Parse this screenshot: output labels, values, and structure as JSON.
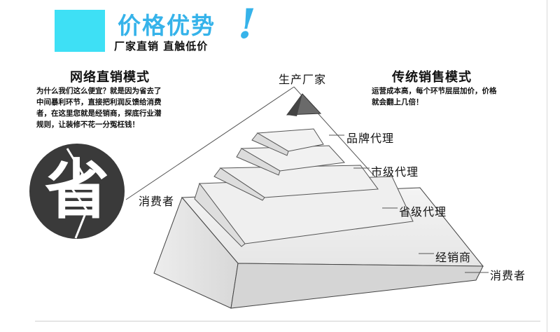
{
  "header": {
    "title": "价格优势",
    "exclaim": "!",
    "subtitle": "厂家直销  直触低价"
  },
  "online_model": {
    "title": "网络直销模式",
    "description": "为什么我们这么便宜？就是因为省去了\n中间暴利环节，直接把利润反馈给消费\n者，在这里您就是经销商，探底行业潜\n规则，让装修不花一分冤枉钱！",
    "badge_text": "省",
    "consumer_label": "消费者"
  },
  "traditional_model": {
    "title": "传统销售模式",
    "description": "运营成本高，每个环节层层加价，价格\n就会翻上几倍！"
  },
  "pyramid": {
    "levels": [
      "生产厂家",
      "品牌代理",
      "市级代理",
      "省级代理",
      "经销商"
    ],
    "consumer_label": "消费者"
  },
  "colors": {
    "accent": "#3ee0f5",
    "title_blue": "#36b3ea",
    "badge_bg": "#3a3a3a"
  }
}
